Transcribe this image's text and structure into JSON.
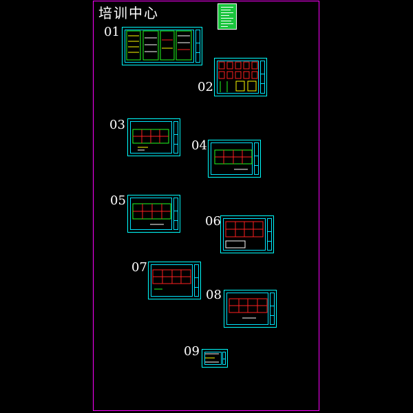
{
  "title": "培训中心",
  "sheets": [
    {
      "label": "01"
    },
    {
      "label": "02"
    },
    {
      "label": "03"
    },
    {
      "label": "04"
    },
    {
      "label": "05"
    },
    {
      "label": "06"
    },
    {
      "label": "07"
    },
    {
      "label": "08"
    },
    {
      "label": "09"
    }
  ],
  "colors": {
    "frame": "#ff00ff",
    "sheet_border": "#00ffff",
    "legend": "#19c43c",
    "drawing_red": "#ff2020",
    "drawing_green": "#20ff20",
    "drawing_yellow": "#ffff00"
  }
}
